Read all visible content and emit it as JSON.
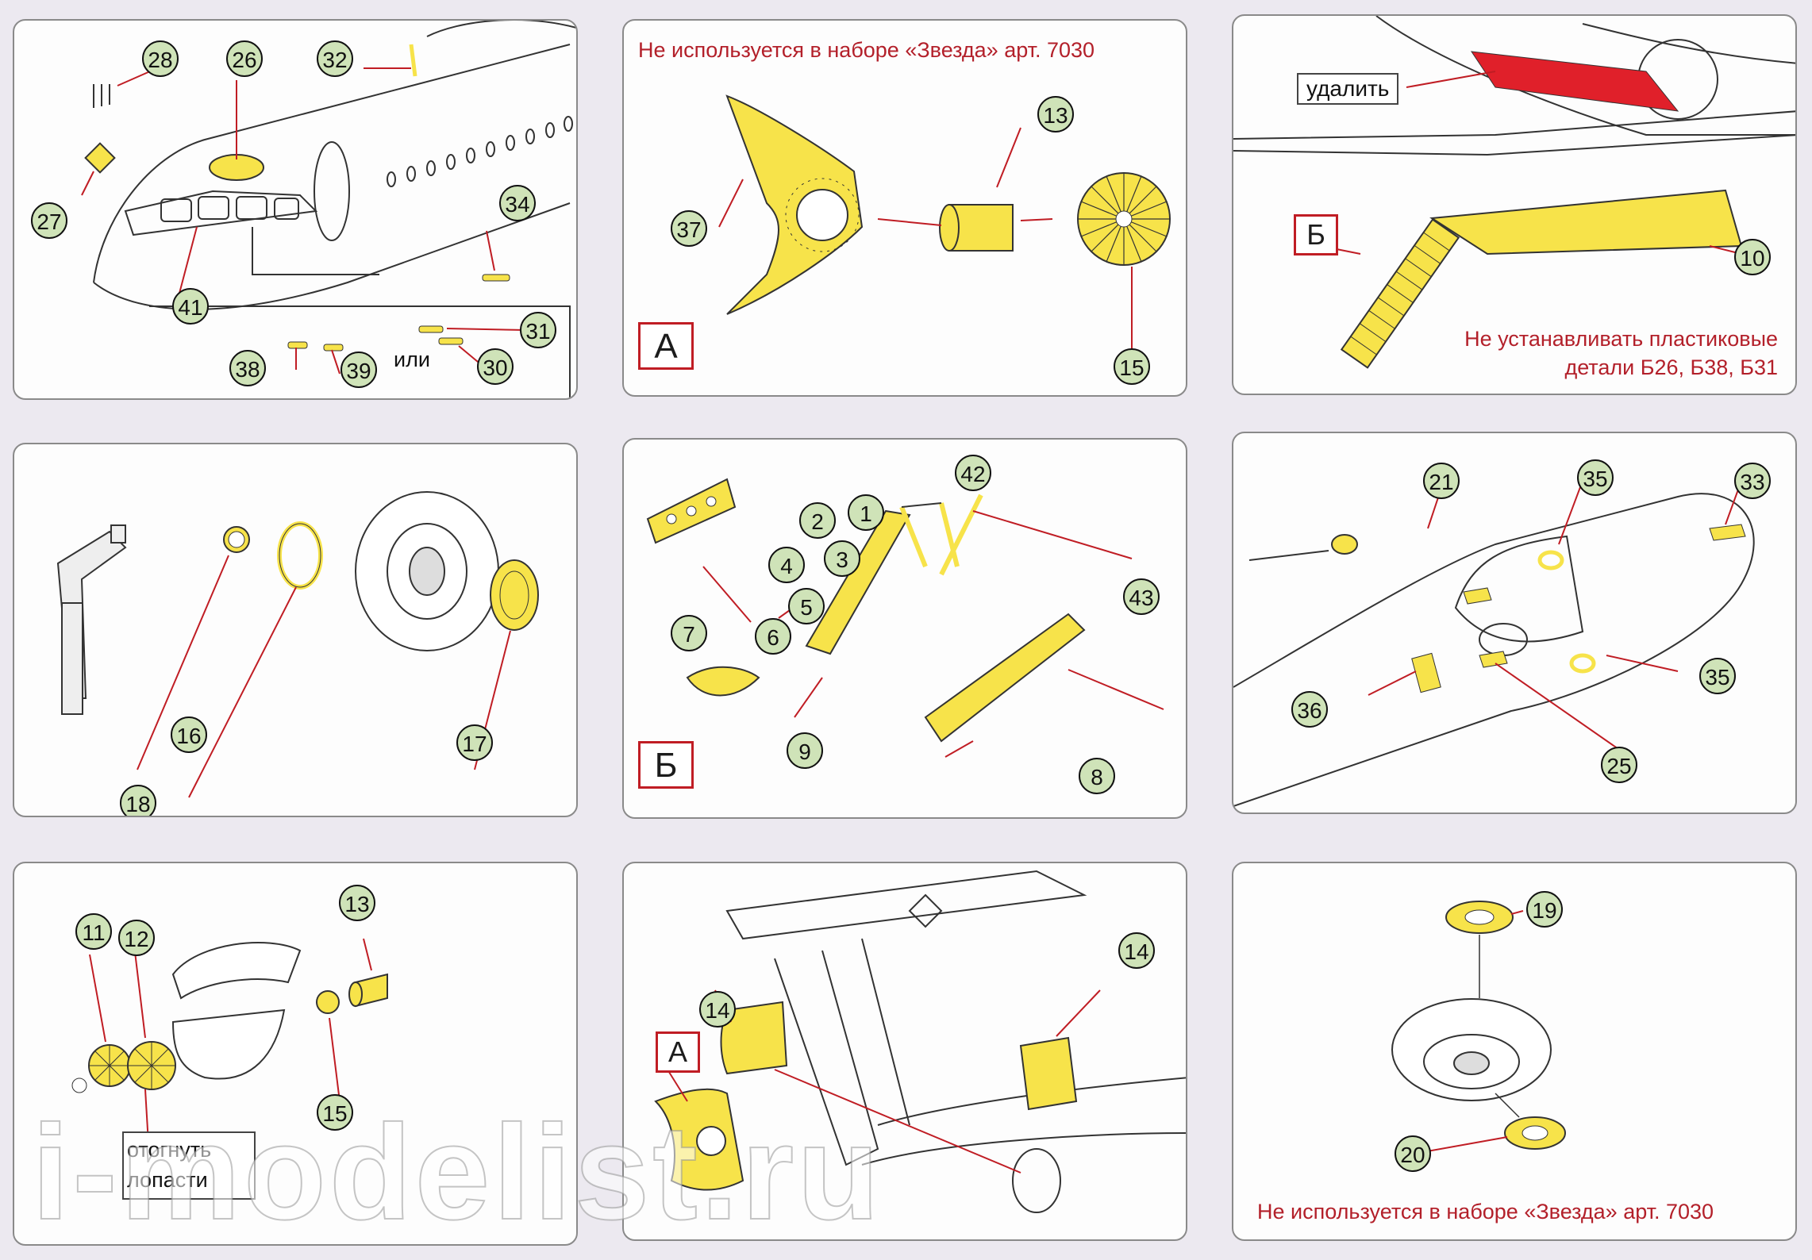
{
  "panels": {
    "p1": {
      "callouts": [
        "28",
        "26",
        "32",
        "27",
        "34",
        "41",
        "31",
        "38",
        "39",
        "30"
      ],
      "or_word": "или"
    },
    "p2": {
      "note": "Не используется в наборе «Звезда» арт. 7030",
      "box_label": "А",
      "callouts": [
        "13",
        "37",
        "15"
      ]
    },
    "p3": {
      "delete_word": "удалить",
      "box_label": "Б",
      "callouts": [
        "10"
      ],
      "note_line1": "Не устанавливать пластиковые",
      "note_line2": "детали Б26, Б38, Б31"
    },
    "p4": {
      "callouts": [
        "18",
        "16",
        "17"
      ]
    },
    "p5": {
      "box_label": "Б",
      "callouts": [
        "42",
        "2",
        "1",
        "3",
        "4",
        "5",
        "6",
        "7",
        "9",
        "8",
        "43"
      ]
    },
    "p6": {
      "callouts": [
        "21",
        "35",
        "33",
        "36",
        "35",
        "25"
      ]
    },
    "p7": {
      "callouts": [
        "13",
        "11",
        "12",
        "15"
      ],
      "bend_line1": "отогнуть",
      "bend_line2": "лопасти"
    },
    "p8": {
      "box_label": "А",
      "callouts": [
        "14",
        "14"
      ]
    },
    "p9": {
      "callouts": [
        "19",
        "20"
      ],
      "note": "Не используется в наборе «Звезда» арт. 7030"
    }
  },
  "watermark": "i-modelist.ru",
  "colors": {
    "part_yellow": "#f7e34a",
    "note_red": "#b3202a",
    "callout_green": "#cfe3b8",
    "remove_red": "#e0202a"
  }
}
